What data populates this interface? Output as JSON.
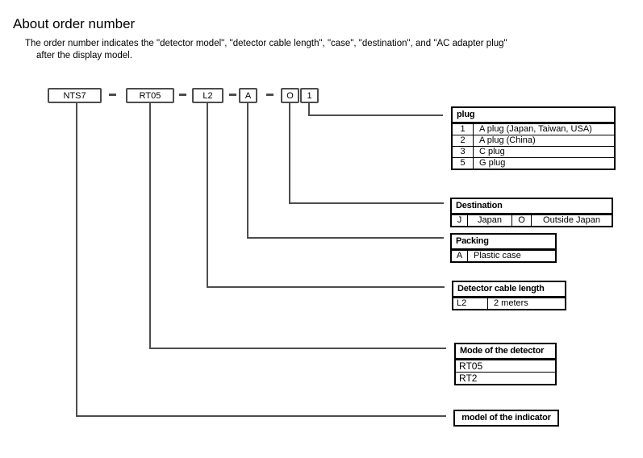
{
  "page": {
    "title": "About order number",
    "description_line1": "The order number indicates the \"detector model\", \"detector cable length\", \"case\", \"destination\", and \"AC adapter plug\"",
    "description_line2": "after the display model."
  },
  "order_code": {
    "segments": [
      "NTS7",
      "RT05",
      "L2",
      "A",
      "O",
      "1"
    ]
  },
  "tables": {
    "plug": {
      "title": "plug",
      "rows": [
        [
          "1",
          "A plug (Japan, Taiwan, USA)"
        ],
        [
          "2",
          "A plug (China)"
        ],
        [
          "3",
          "C plug"
        ],
        [
          "5",
          "G plug"
        ]
      ]
    },
    "destination": {
      "title": "Destination",
      "cells": [
        "J",
        "Japan",
        "O",
        "Outside Japan"
      ]
    },
    "packing": {
      "title": "Packing",
      "cells": [
        "A",
        "Plastic case"
      ]
    },
    "detector_cable_length": {
      "title": "Detector cable length",
      "cells": [
        "L2",
        "2 meters"
      ]
    },
    "detector_model": {
      "title": "Mode of the detector",
      "rows": [
        "RT05",
        "RT2"
      ]
    },
    "indicator_model": {
      "title": "model of the indicator"
    }
  },
  "colors": {
    "connector_line": "#4d4d4d",
    "box_border": "#4d4d4d",
    "table_border": "#000000",
    "background": "#ffffff",
    "text": "#000000"
  }
}
